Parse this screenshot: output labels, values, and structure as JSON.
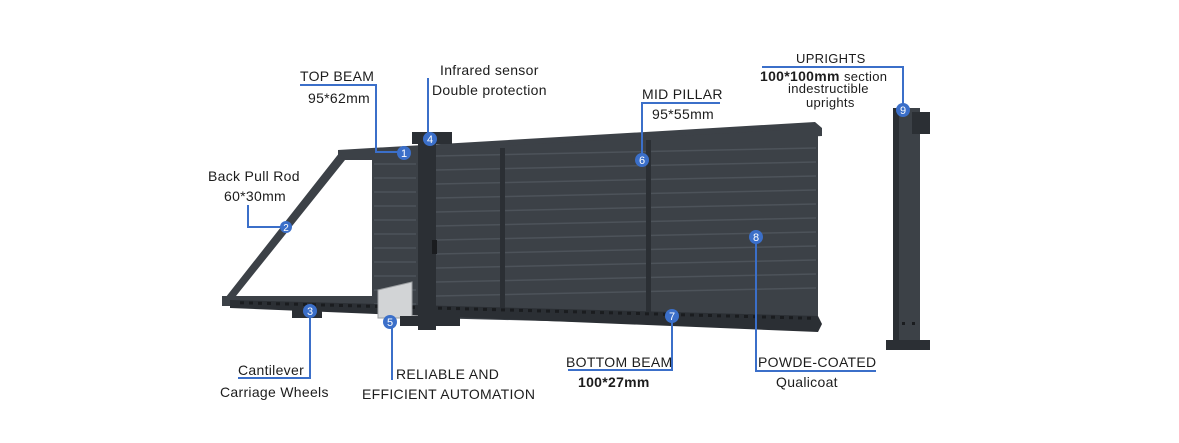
{
  "colors": {
    "gate": "#3c4147",
    "gate_dark": "#2b2f34",
    "gate_line": "#4d535a",
    "leader": "#3b6fc9",
    "marker_text": "#ffffff"
  },
  "callouts": [
    {
      "number": "1",
      "title": "TOP BEAM",
      "detail": "95*62mm"
    },
    {
      "number": "2",
      "title": "Back Pull Rod",
      "detail": "60*30mm"
    },
    {
      "number": "3",
      "title": "Cantilever",
      "detail": "Carriage Wheels"
    },
    {
      "number": "4",
      "title": "Infrared sensor",
      "detail": "Double protection"
    },
    {
      "number": "5",
      "title": "RELIABLE AND",
      "detail": "EFFICIENT AUTOMATION"
    },
    {
      "number": "6",
      "title": "MID PILLAR",
      "detail": "95*55mm"
    },
    {
      "number": "7",
      "title": "BOTTOM BEAM",
      "detail": "100*27mm"
    },
    {
      "number": "8",
      "title": "POWDE-COATED",
      "detail": "Qualicoat"
    },
    {
      "number": "9",
      "title": "UPRIGHTS",
      "detail_bold": "100*100mm",
      "detail": "section",
      "extra1": "indestructible",
      "extra2": "uprights"
    }
  ]
}
